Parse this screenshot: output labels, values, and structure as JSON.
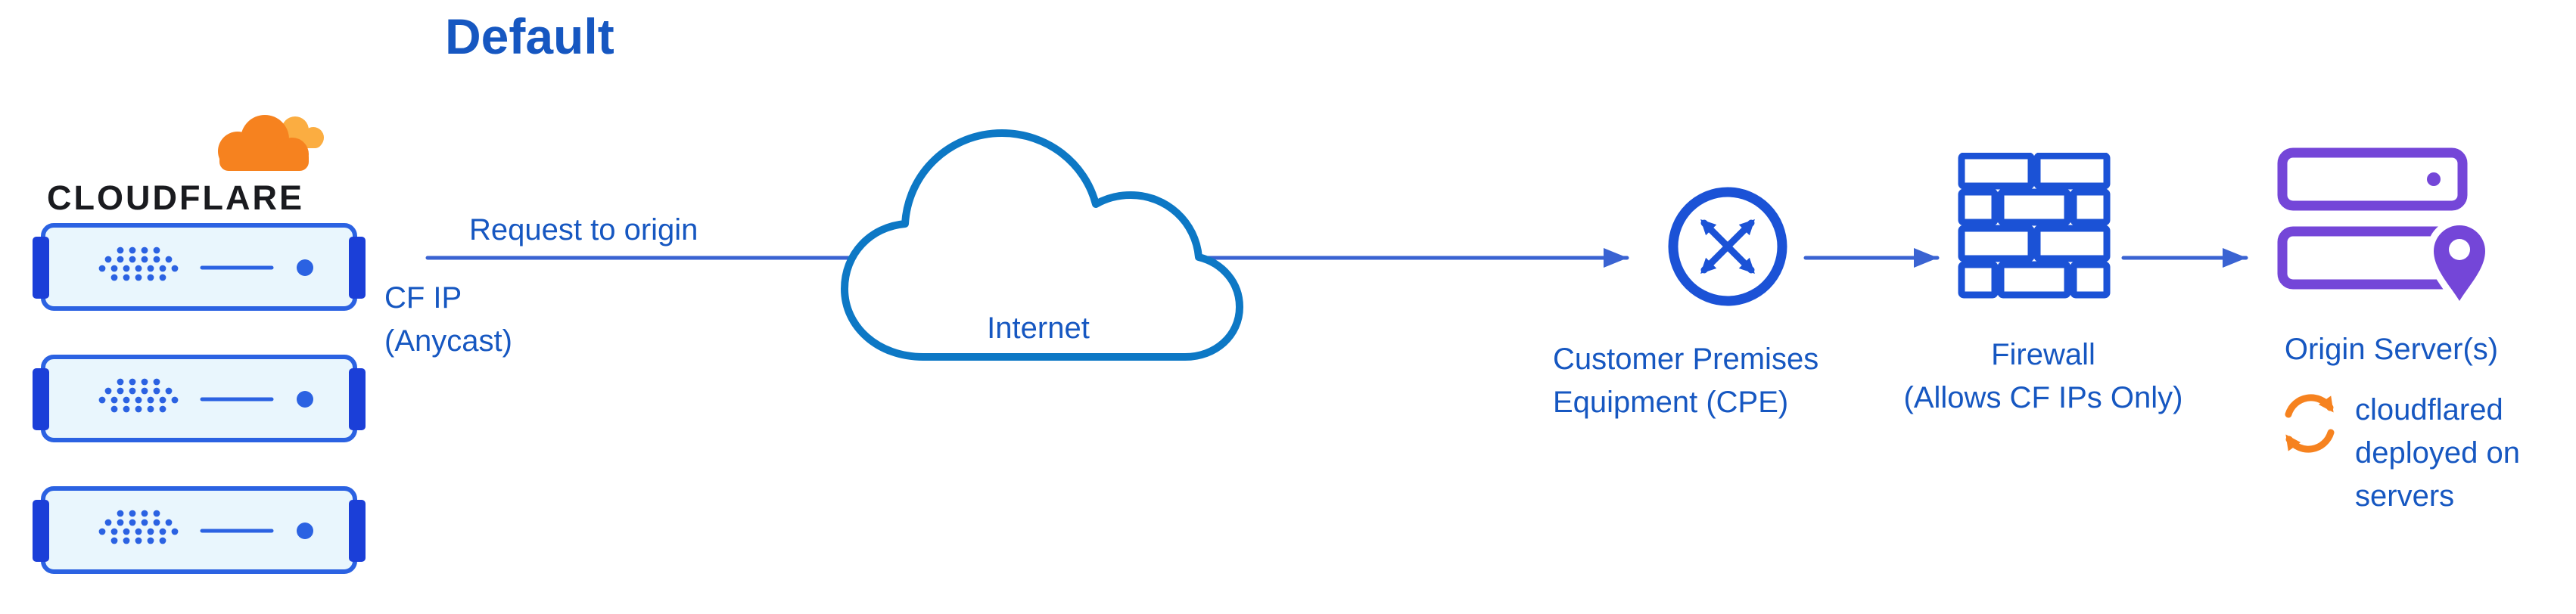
{
  "title": "Default",
  "brand": {
    "name": "CLOUDFLARE"
  },
  "edge": {
    "request_label": "Request to origin",
    "cf_ip": [
      "CF IP",
      "(Anycast)"
    ]
  },
  "internet": {
    "label": "Internet"
  },
  "cpe": {
    "label": [
      "Customer Premises",
      "Equipment (CPE)"
    ]
  },
  "firewall": {
    "label": [
      "Firewall",
      "(Allows CF IPs Only)"
    ]
  },
  "origin": {
    "label": "Origin Server(s)",
    "note": [
      "cloudflared",
      "deployed on",
      "servers"
    ]
  },
  "icons": {
    "cloudflare_logo": "orange-cloud",
    "edge_server": "blue-server-rack",
    "internet": "cloud-outline",
    "cpe": "circle-with-crossed-arrows",
    "firewall": "brick-wall",
    "origin_server": "stacked-servers",
    "location_pin": "map-pin",
    "cloudflared": "sync-arrows"
  },
  "colors": {
    "text_blue": "#1657c1",
    "arrow_blue": "#3a63d2",
    "icon_blue": "#1b52d6",
    "cloud_stroke": "#0d78c5",
    "server_blue": "#2b62e2",
    "server_dark": "#1b3fd8",
    "server_fill": "#e9f6fd",
    "purple": "#7446d8",
    "orange": "#f6821f",
    "orange_light": "#fbad41",
    "wordmark": "#1a1b1f",
    "bg": "#ffffff"
  }
}
